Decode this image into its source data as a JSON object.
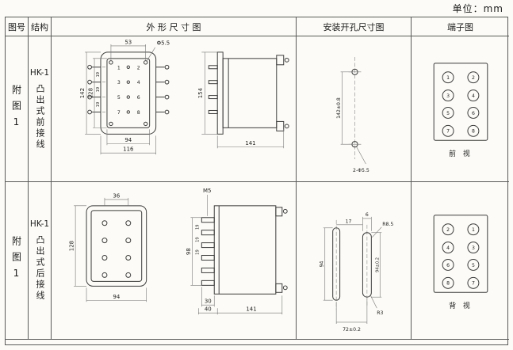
{
  "unit_label": "单位：mm",
  "headers": {
    "fig_no": "图号",
    "structure": "结构",
    "outline": "外 形 尺 寸 图",
    "mounting": "安装开孔尺寸图",
    "terminal": "端子图"
  },
  "rows": [
    {
      "fig_no": "附图1",
      "model": "HK-1",
      "structure": "凸出式前接线",
      "outline": {
        "terminals": [
          "1",
          "2",
          "3",
          "4",
          "5",
          "6",
          "7",
          "8"
        ],
        "dim_top_width": "53",
        "dim_hole_dia": "Φ5.5",
        "dim_overall_height": "142",
        "dim_body_height": "128",
        "dim_pitch": "19",
        "dim_bottom_inner": "94",
        "dim_bottom_overall": "116",
        "dim_side_height": "154",
        "dim_depth": "141"
      },
      "mounting": {
        "dim_hole_pitch": "142±0.8",
        "dim_holes": "2-Φ5.5"
      },
      "terminal_view": {
        "cells": [
          "1",
          "2",
          "3",
          "4",
          "5",
          "6",
          "7",
          "8"
        ],
        "label": "前 视"
      }
    },
    {
      "fig_no": "附图1",
      "model": "HK-1",
      "structure": "凸出式后接线",
      "outline": {
        "dim_top_width": "36",
        "dim_body_height": "128",
        "dim_bottom_width": "94",
        "dim_screw": "M5",
        "dim_terminal_span": "98",
        "dim_pitch": "19",
        "dim_block_width": "30",
        "dim_block_overall": "40",
        "dim_depth": "141"
      },
      "mounting": {
        "dim_slot_offset": "17",
        "dim_slot_width": "6",
        "dim_radius_large": "R8.5",
        "dim_slot_length": "94",
        "dim_slot_pitch_v": "94±0.2",
        "dim_radius_small": "R3",
        "dim_slot_pitch_h": "72±0.2"
      },
      "terminal_view": {
        "cells": [
          "2",
          "1",
          "4",
          "3",
          "6",
          "5",
          "8",
          "7"
        ],
        "label": "背 视"
      }
    }
  ]
}
